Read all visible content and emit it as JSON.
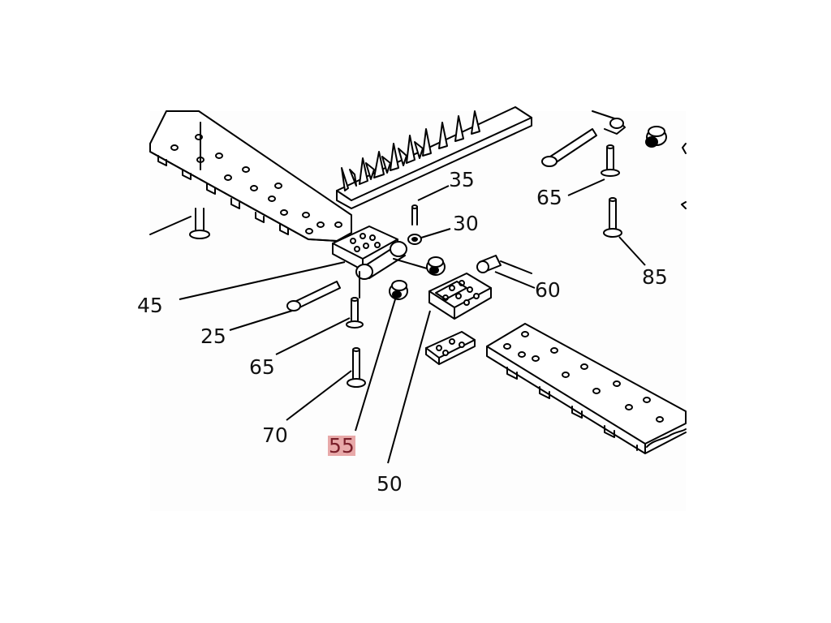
{
  "diagram": {
    "callouts": [
      {
        "id": "c35",
        "text": "35"
      },
      {
        "id": "c30",
        "text": "30"
      },
      {
        "id": "c65a",
        "text": "65"
      },
      {
        "id": "c85",
        "text": "85"
      },
      {
        "id": "c60",
        "text": "60"
      },
      {
        "id": "c45",
        "text": "45"
      },
      {
        "id": "c25",
        "text": "25"
      },
      {
        "id": "c65b",
        "text": "65"
      },
      {
        "id": "c70",
        "text": "70"
      },
      {
        "id": "c55",
        "text": "55",
        "highlighted": true,
        "highlight_color": "#e8a9a9"
      },
      {
        "id": "c50",
        "text": "50"
      }
    ],
    "line_color": "#000000",
    "background": "#ffffff"
  }
}
